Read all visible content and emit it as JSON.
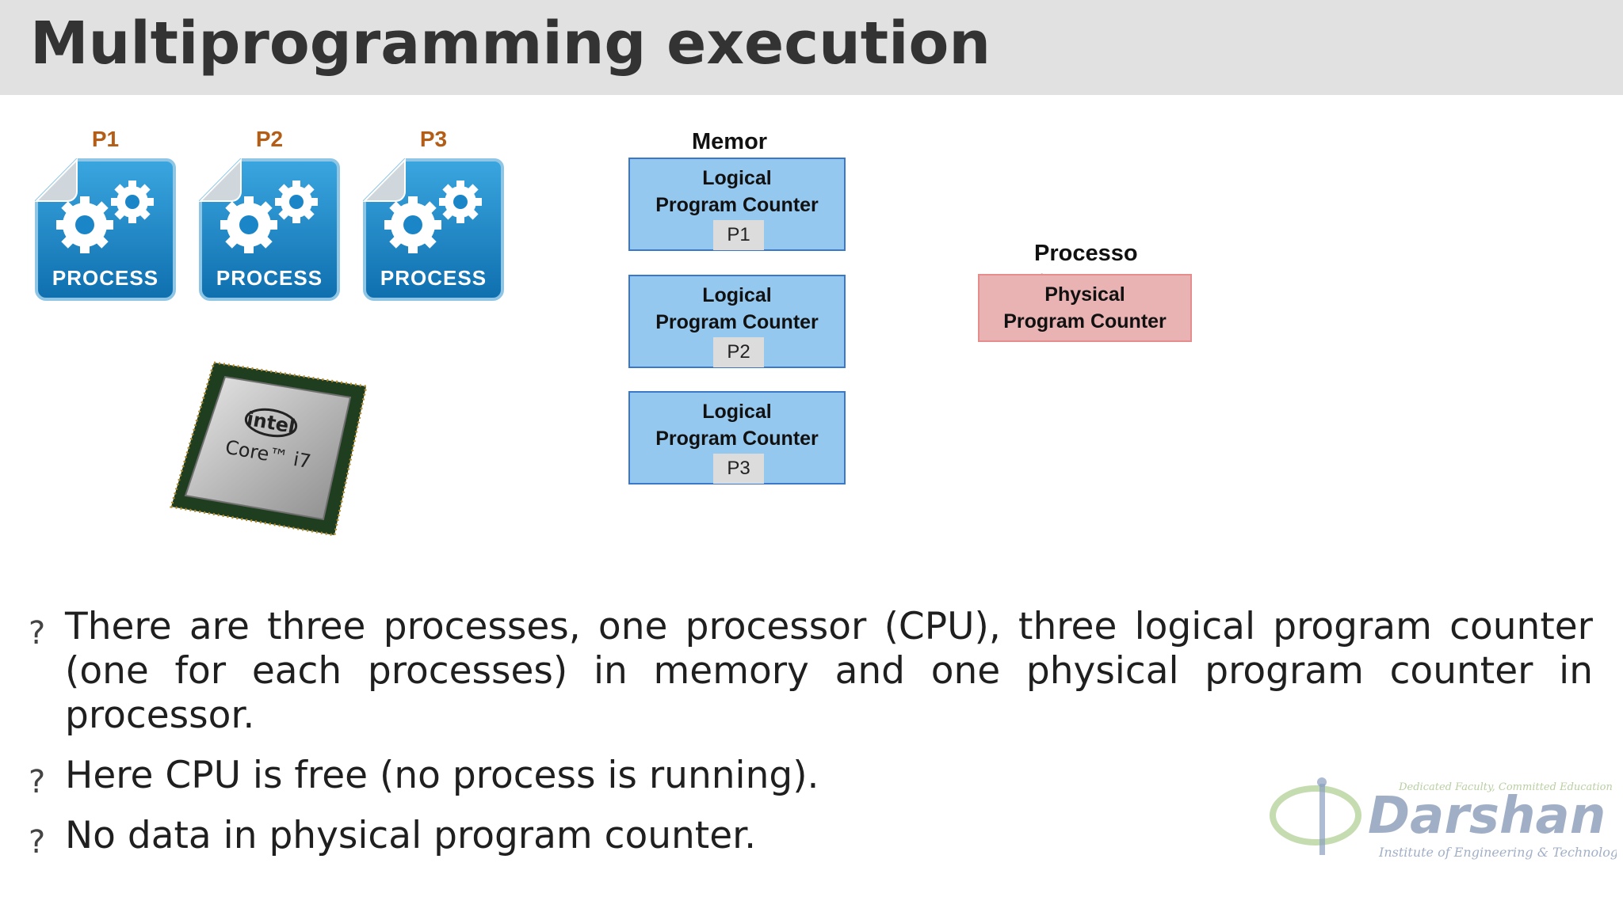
{
  "title": "Multiprogramming execution",
  "processes": [
    {
      "label": "P1",
      "icon_text": "PROCESS"
    },
    {
      "label": "P2",
      "icon_text": "PROCESS"
    },
    {
      "label": "P3",
      "icon_text": "PROCESS"
    }
  ],
  "chip": {
    "brand": "intel",
    "model": "Core™ i7"
  },
  "memory": {
    "title_part1": "Memor",
    "title_part2": "y",
    "boxes": [
      {
        "line1": "Logical",
        "line2": "Program Counter",
        "tag": "P1"
      },
      {
        "line1": "Logical",
        "line2": "Program Counter",
        "tag": "P2"
      },
      {
        "line1": "Logical",
        "line2": "Program Counter",
        "tag": "P3"
      }
    ]
  },
  "processor": {
    "title_part1": "Processo",
    "title_part2": "r",
    "line1": "Physical",
    "line2": "Program Counter"
  },
  "bullets": [
    {
      "mark": "?",
      "text": "There are three processes, one processor (CPU), three logical program counter (one for each processes) in memory and one physical program counter in processor."
    },
    {
      "mark": "?",
      "text": "Here CPU is free (no process is running)."
    },
    {
      "mark": "?",
      "text": "No data in physical program counter."
    }
  ],
  "logo": {
    "tagline": "Dedicated Faculty, Committed Education",
    "name": "Darshan",
    "subtitle": "Institute of Engineering & Technology"
  },
  "colors": {
    "title_bar": "#e1e1e1",
    "process_label": "#b35d16",
    "memory_box": "#95c8ef",
    "processor_box": "#e9b3b3",
    "process_icon": "#1a86c8"
  }
}
